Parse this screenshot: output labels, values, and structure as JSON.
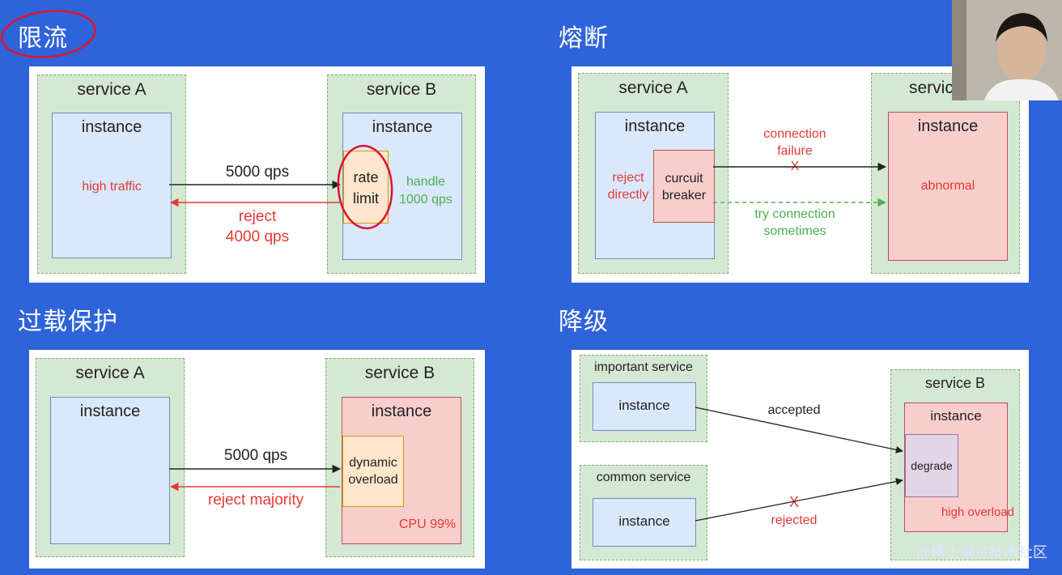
{
  "headings": {
    "rate_limit": "限流",
    "circuit_break": "熔断",
    "overload": "过载保护",
    "degrade": "降级"
  },
  "rate_limit": {
    "service_a": "service A",
    "service_b": "service B",
    "instance_a": "instance",
    "instance_b": "instance",
    "high_traffic": "high traffic",
    "qps": "5000 qps",
    "reject_1": "reject",
    "reject_2": "4000 qps",
    "rate_1": "rate",
    "rate_2": "limit",
    "handle_1": "handle",
    "handle_2": "1000 qps"
  },
  "circuit_break": {
    "service_a": "service A",
    "service_b": "servic",
    "instance_a": "instance",
    "instance_b": "instance",
    "reject_1": "reject",
    "reject_2": "directly",
    "breaker_1": "curcuit",
    "breaker_2": "breaker",
    "conn_1": "connection",
    "conn_2": "failure",
    "x_mark": "X",
    "try_1": "try connection",
    "try_2": "sometimes",
    "abnormal": "abnormal"
  },
  "overload": {
    "service_a": "service A",
    "service_b": "service B",
    "instance_a": "instance",
    "instance_b": "instance",
    "qps": "5000 qps",
    "reject": "reject majority",
    "dynamic_1": "dynamic",
    "dynamic_2": "overload",
    "cpu": "CPU 99%"
  },
  "degrade": {
    "important": "important service",
    "common": "common service",
    "instance_imp": "instance",
    "instance_com": "instance",
    "service_b": "service B",
    "instance_b": "instance",
    "accepted": "accepted",
    "x_mark": "X",
    "rejected": "rejected",
    "degrade": "degrade",
    "high_overload": "high overload"
  },
  "watermark": "@稀土掘金技术社区",
  "colors": {
    "background": "#2f63d9",
    "accent_red": "#e53935",
    "accent_green": "#4caf50",
    "instance_blue": "#dae8fc",
    "instance_red": "#f8cecc",
    "service_green": "#d5e8d4"
  }
}
